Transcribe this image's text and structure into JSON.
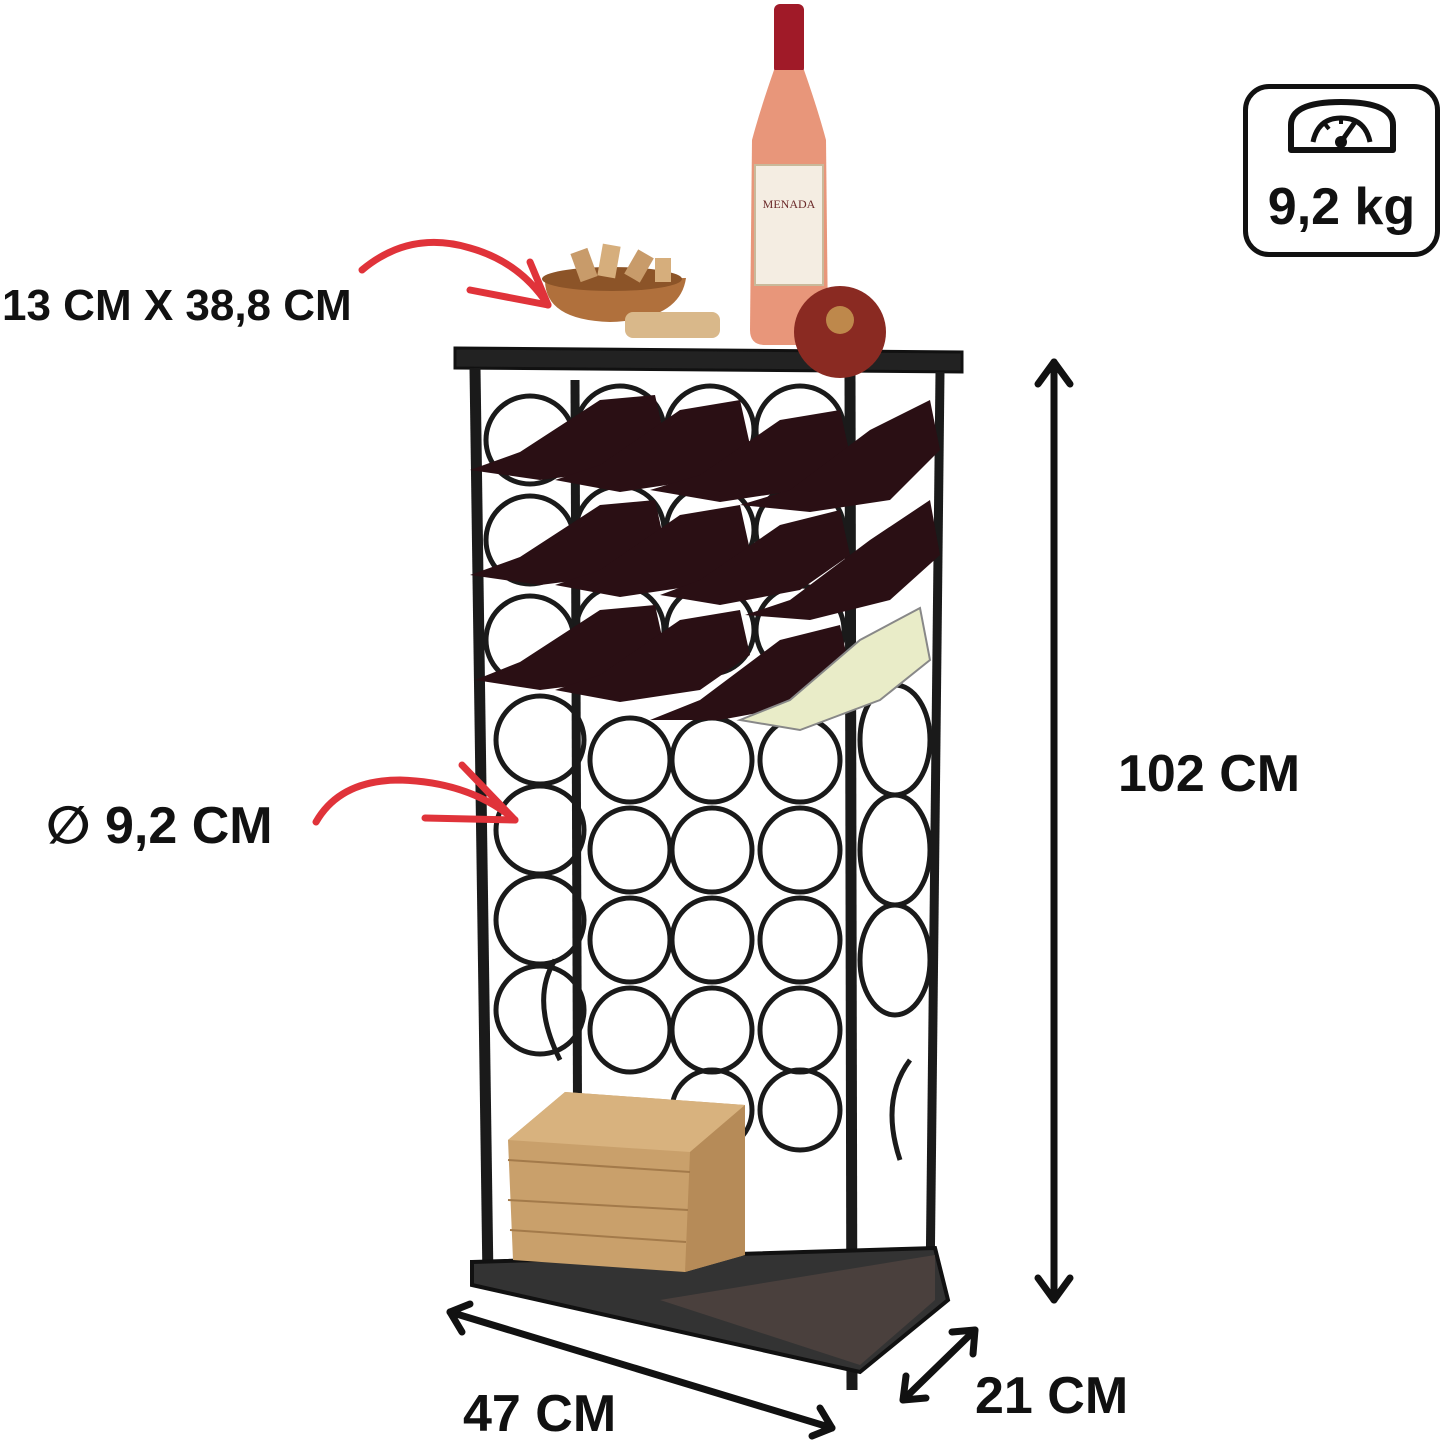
{
  "labels": {
    "top_surface": "13 CM X 38,8 CM",
    "bottle_diameter": "∅ 9,2 CM",
    "height": "102 CM",
    "width": "47 CM",
    "depth": "21 CM"
  },
  "weight": {
    "value": "9,2 kg",
    "icon": "scale-icon"
  },
  "bottle_label": "MENADA",
  "colors": {
    "arrow_red": "#e0333a",
    "frame_black": "#1a1a1a",
    "rose_wine": "#e8967a",
    "red_bottle": "#2a0f14",
    "wicker": "#c9a06b"
  }
}
